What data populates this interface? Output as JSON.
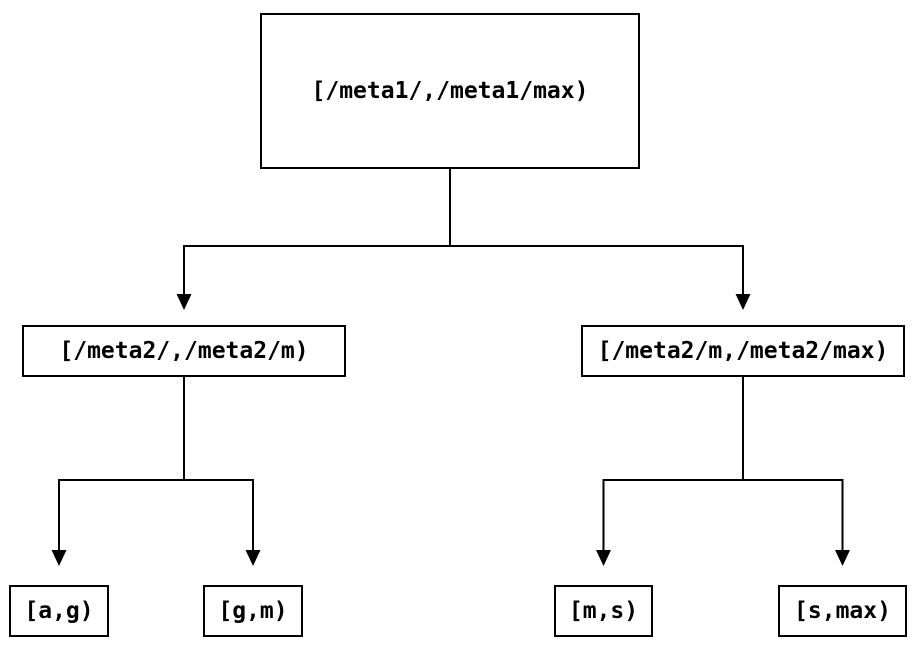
{
  "diagram": {
    "title": "interval-partition-tree",
    "colors": {
      "background": "#ffffff",
      "line": "#000000",
      "box_border": "#000000",
      "text": "#000000"
    },
    "tree": {
      "root": {
        "label": "[/meta1/,/meta1/max)",
        "children": [
          {
            "label": "[/meta2/,/meta2/m)",
            "children": [
              {
                "label": "[a,g)"
              },
              {
                "label": "[g,m)"
              }
            ]
          },
          {
            "label": "[/meta2/m,/meta2/max)",
            "children": [
              {
                "label": "[m,s)"
              },
              {
                "label": "[s,max)"
              }
            ]
          }
        ]
      }
    }
  }
}
